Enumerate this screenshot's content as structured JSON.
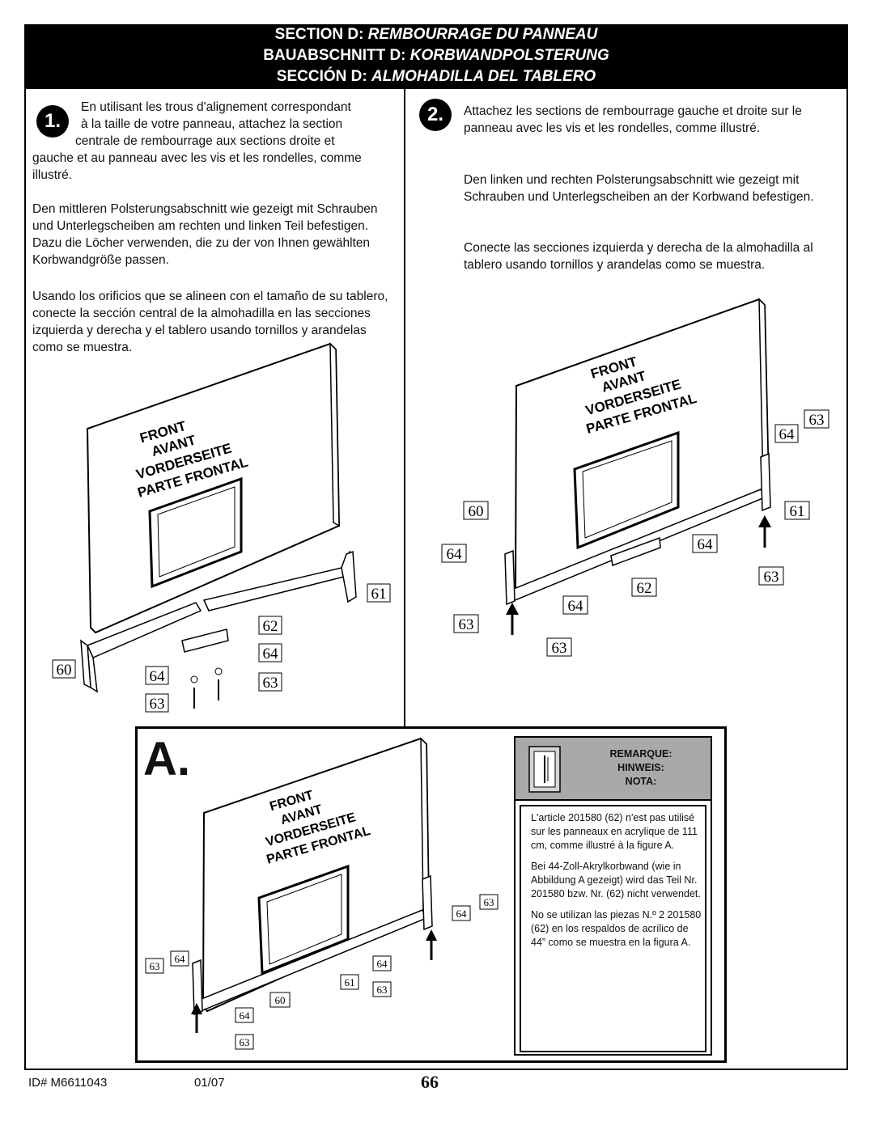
{
  "header": {
    "line1_prefix": "SECTION D: ",
    "line1_italic": "REMBOURRAGE DU PANNEAU",
    "line2_prefix": "BAUABSCHNITT D: ",
    "line2_italic": "KORBWANDPOLSTERUNG",
    "line3_prefix": "SECCIÓN D: ",
    "line3_italic": "ALMOHADILLA DEL TABLERO"
  },
  "step1": {
    "number": "1.",
    "fr_line1": "En utilisant les trous d'alignement correspondant",
    "fr_line2": "à la taille de votre panneau, attachez la section",
    "fr_line3": "centrale de rembourrage aux sections droite et",
    "fr_rest": "gauche et au panneau avec les vis et les rondelles, comme illustré.",
    "de": "Den mittleren Polsterungsabschnitt wie gezeigt mit Schrauben und Unterlegscheiben am rechten und linken Teil befestigen. Dazu die Löcher verwenden, die zu der von Ihnen gewählten Korbwandgröße passen.",
    "es": "Usando los orificios que se alineen con el tamaño de su tablero, conecte la sección central de la almohadilla en las secciones izquierda y derecha y el tablero usando tornillos y arandelas como se muestra."
  },
  "step2": {
    "number": "2.",
    "fr": "Attachez les sections de rembourrage gauche et droite sur le panneau avec les vis et les rondelles, comme illustré.",
    "de": "Den linken und rechten Polsterungsabschnitt wie gezeigt mit Schrauben und Unterlegscheiben an der Korbwand befestigen.",
    "es": "Conecte las secciones izquierda y derecha de la almohadilla al tablero usando tornillos y arandelas como se muestra."
  },
  "board_text": {
    "l1": "FRONT",
    "l2": "AVANT",
    "l3": "VORDERSEITE",
    "l4": "PARTE FRONTAL"
  },
  "parts": {
    "p60": "60",
    "p61": "61",
    "p62": "62",
    "p63": "63",
    "p64": "64"
  },
  "figureA": {
    "label": "A."
  },
  "note": {
    "title1": "REMARQUE:",
    "title2": "HINWEIS:",
    "title3": "NOTA:",
    "fr": "L'article 201580 (62) n'est pas utilisé sur les panneaux en acrylique de 111 cm, comme illustré à la figure A.",
    "de": "Bei 44-Zoll-Akrylkorbwand (wie in Abbildung A gezeigt) wird das Teil Nr. 201580 bzw. Nr. (62) nicht verwendet.",
    "es": "No se utilizan las piezas N.º 2 201580 (62) en los respaldos de acrílico de 44” como se muestra en la figura A."
  },
  "footer": {
    "id": "ID#    M6611043",
    "date": "01/07",
    "page": "66"
  }
}
